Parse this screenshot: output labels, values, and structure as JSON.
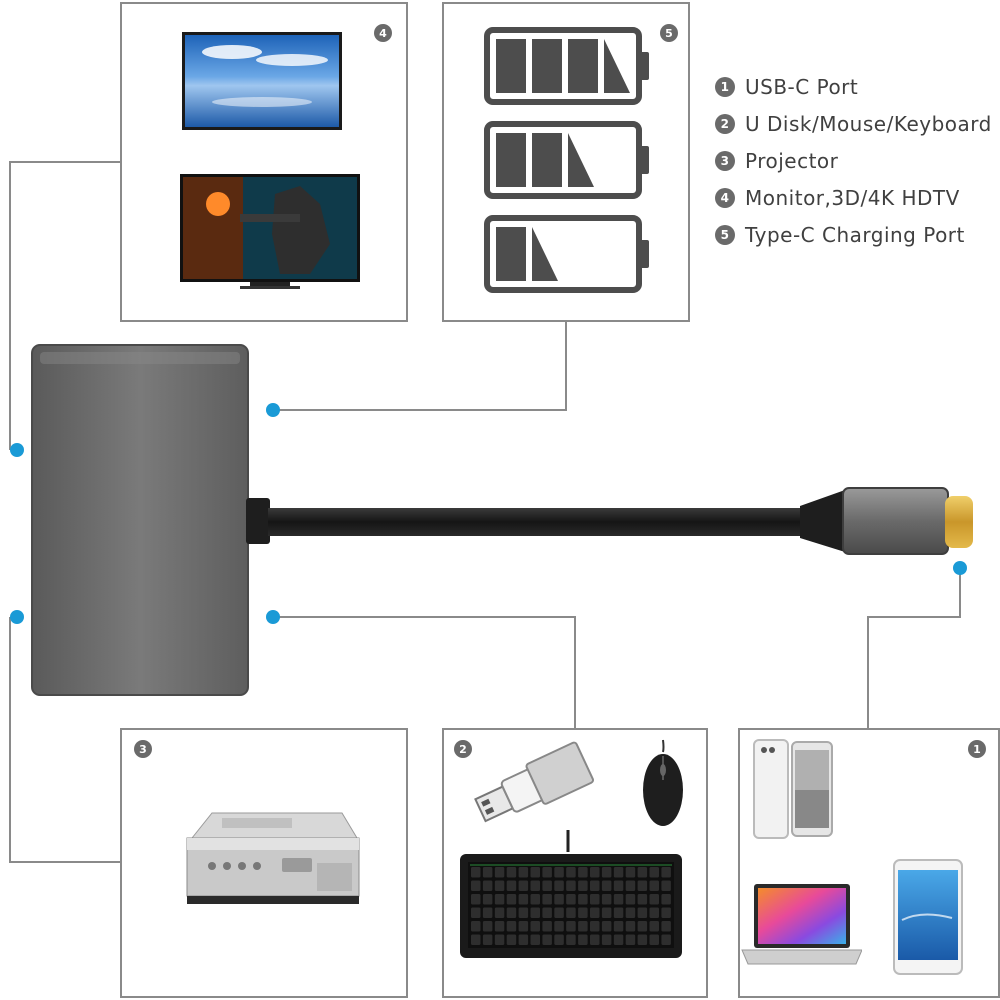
{
  "legend": [
    {
      "num": "1",
      "label": "USB-C Port"
    },
    {
      "num": "2",
      "label": "U Disk/Mouse/Keyboard"
    },
    {
      "num": "3",
      "label": "Projector"
    },
    {
      "num": "4",
      "label": "Monitor,3D/4K HDTV"
    },
    {
      "num": "5",
      "label": "Type-C Charging Port"
    }
  ],
  "panels": {
    "monitor": {
      "badge": "4",
      "icons": [
        "tv-landscape-icon",
        "tv-game-icon"
      ]
    },
    "charging": {
      "badge": "5",
      "icons": [
        "battery-full-icon",
        "battery-mid-icon",
        "battery-low-icon"
      ]
    },
    "projector": {
      "badge": "3",
      "icons": [
        "projector-icon"
      ]
    },
    "peripherals": {
      "badge": "2",
      "icons": [
        "usb-drive-icon",
        "mouse-icon",
        "keyboard-icon"
      ]
    },
    "usbc_devices": {
      "badge": "1",
      "icons": [
        "phone-icon",
        "laptop-icon",
        "tablet-icon"
      ]
    }
  },
  "colors": {
    "connector_dot": "#1a9ad6",
    "hub_body": "#6c6c6c",
    "cable": "#1e1e1e",
    "plug_tip": "#d4a93a",
    "line": "#8a8a8a"
  }
}
